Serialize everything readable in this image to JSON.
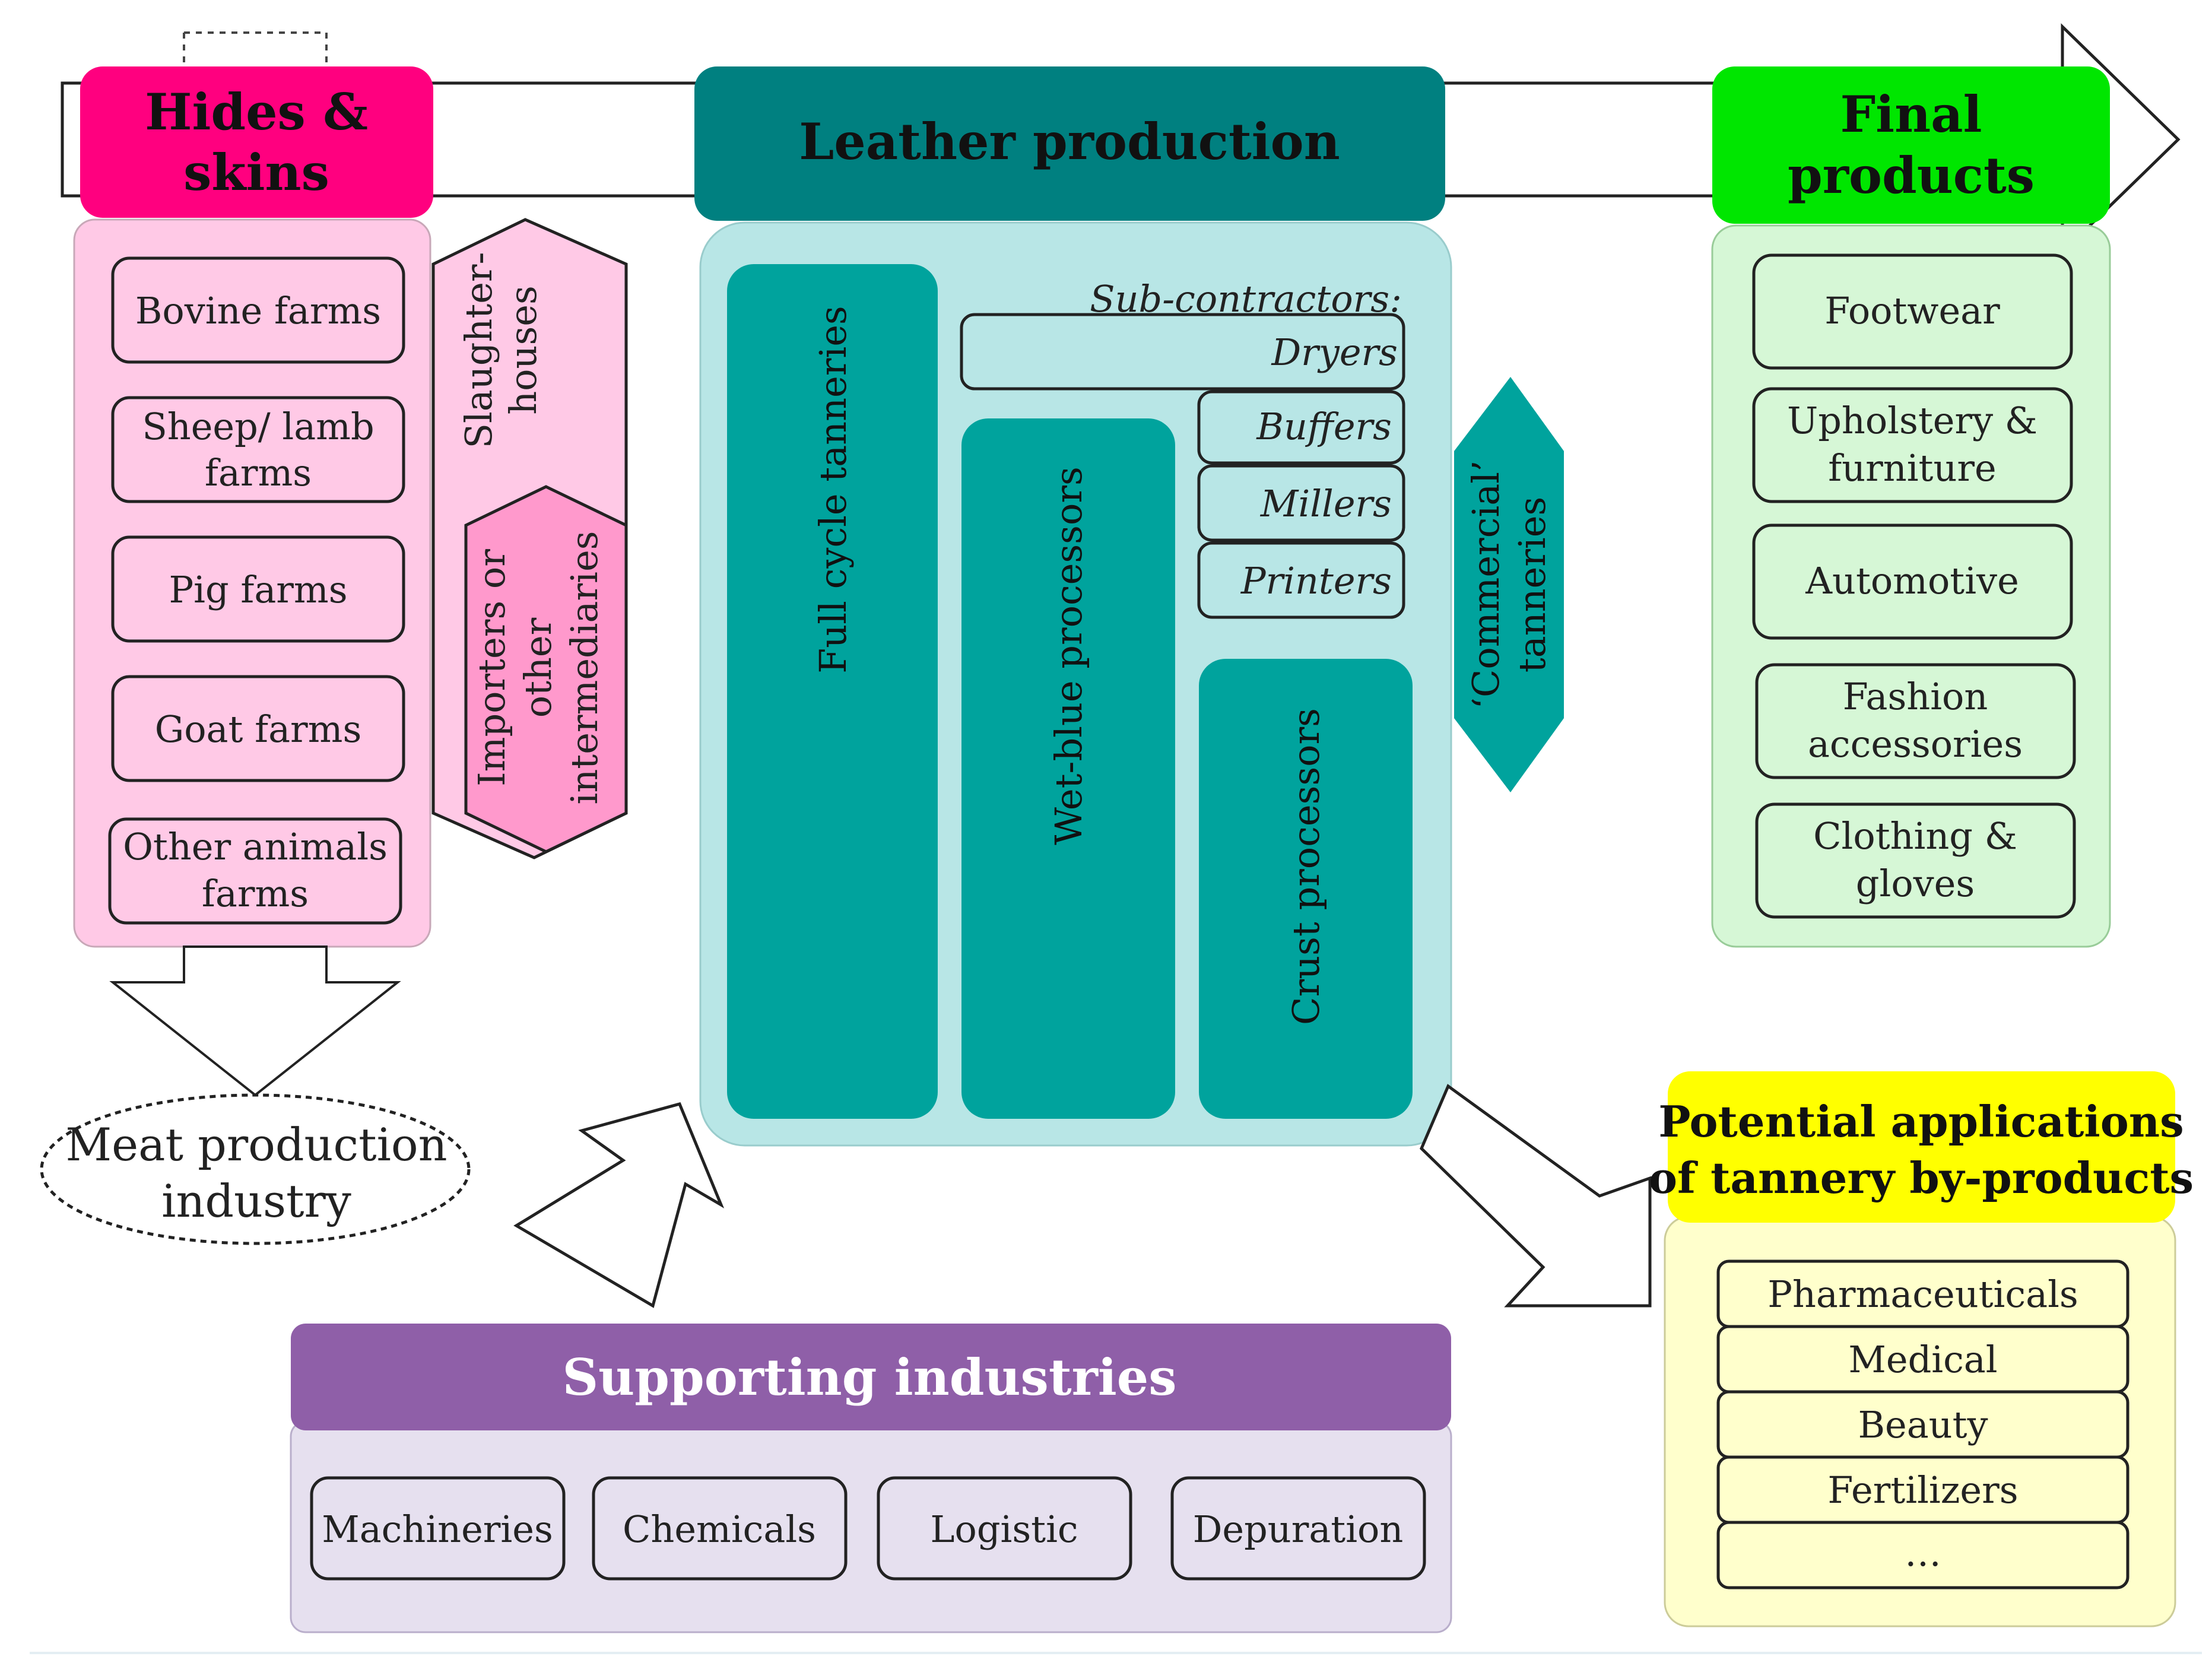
{
  "hides": {
    "title_line1": "Hides &",
    "title_line2": "skins",
    "farms": [
      {
        "line1": "Bovine farms",
        "line2": ""
      },
      {
        "line1": "Sheep/ lamb",
        "line2": "farms"
      },
      {
        "line1": "Pig farms",
        "line2": ""
      },
      {
        "line1": "Goat farms",
        "line2": ""
      },
      {
        "line1": "Other animals",
        "line2": "farms"
      }
    ],
    "slaughter_line1": "Slaughter-",
    "slaughter_line2": "houses",
    "importers_line1": "Importers or",
    "importers_line2": "other",
    "importers_line3": "intermediaries"
  },
  "meat": {
    "line1": "Meat production",
    "line2": "industry"
  },
  "leather": {
    "title": "Leather production",
    "full_cycle": "Full cycle tanneries",
    "wet_blue": "Wet-blue processors",
    "crust": "Crust processors",
    "subcontractors_label": "Sub-contractors:",
    "subcontractors": [
      "Dryers",
      "Buffers",
      "Millers",
      "Printers"
    ],
    "commercial_line1": "‘Commercial’",
    "commercial_line2": "tanneries"
  },
  "final": {
    "title_line1": "Final",
    "title_line2": "products",
    "items": [
      {
        "line1": "Footwear",
        "line2": ""
      },
      {
        "line1": "Upholstery &",
        "line2": "furniture"
      },
      {
        "line1": "Automotive",
        "line2": ""
      },
      {
        "line1": "Fashion",
        "line2": "accessories"
      },
      {
        "line1": "Clothing &",
        "line2": "gloves"
      }
    ]
  },
  "potential": {
    "title_line1": "Potential applications",
    "title_line2": "of tannery by-products",
    "items": [
      "Pharmaceuticals",
      "Medical",
      "Beauty",
      "Fertilizers",
      "…"
    ]
  },
  "supporting": {
    "title": "Supporting industries",
    "items": [
      "Machineries",
      "Chemicals",
      "Logistic",
      "Depuration"
    ]
  },
  "colors": {
    "hides_header": "#ff007f",
    "hides_panel": "#ffc9e6",
    "importers": "#ff99cc",
    "leather_header": "#008080",
    "leather_panel": "#b8e6e6",
    "teal_block": "#00a39d",
    "final_header": "#00e600",
    "final_panel": "#d6f7d6",
    "potential_header": "#ffff00",
    "potential_panel": "#ffffcc",
    "supporting_header": "#8f5fa8",
    "supporting_panel": "#e6e0ef"
  }
}
